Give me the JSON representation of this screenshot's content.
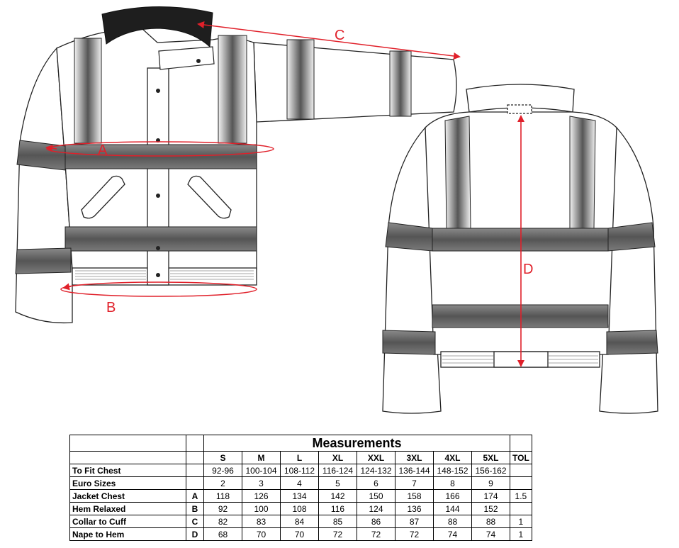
{
  "diagram": {
    "labels": {
      "A": "A",
      "B": "B",
      "C": "C",
      "D": "D"
    },
    "colors": {
      "measure_line": "#e0202a",
      "band": "#6f6f6f",
      "outline": "#222222",
      "collar": "#1e1e1e"
    }
  },
  "table": {
    "title": "Measurements",
    "sizes": [
      "S",
      "M",
      "L",
      "XL",
      "XXL",
      "3XL",
      "4XL",
      "5XL"
    ],
    "tol_header": "TOL",
    "rows": [
      {
        "label": "To Fit Chest",
        "letter": "",
        "values": [
          "92-96",
          "100-104",
          "108-112",
          "116-124",
          "124-132",
          "136-144",
          "148-152",
          "156-162"
        ],
        "tol": ""
      },
      {
        "label": "Euro Sizes",
        "letter": "",
        "values": [
          "2",
          "3",
          "4",
          "5",
          "6",
          "7",
          "8",
          "9"
        ],
        "tol": ""
      },
      {
        "label": "Jacket Chest",
        "letter": "A",
        "values": [
          "118",
          "126",
          "134",
          "142",
          "150",
          "158",
          "166",
          "174"
        ],
        "tol": "1.5"
      },
      {
        "label": "Hem Relaxed",
        "letter": "B",
        "values": [
          "92",
          "100",
          "108",
          "116",
          "124",
          "136",
          "144",
          "152"
        ],
        "tol": ""
      },
      {
        "label": "Collar to Cuff",
        "letter": "C",
        "values": [
          "82",
          "83",
          "84",
          "85",
          "86",
          "87",
          "88",
          "88"
        ],
        "tol": "1"
      },
      {
        "label": "Nape to Hem",
        "letter": "D",
        "values": [
          "68",
          "70",
          "70",
          "72",
          "72",
          "72",
          "74",
          "74"
        ],
        "tol": "1"
      }
    ]
  }
}
